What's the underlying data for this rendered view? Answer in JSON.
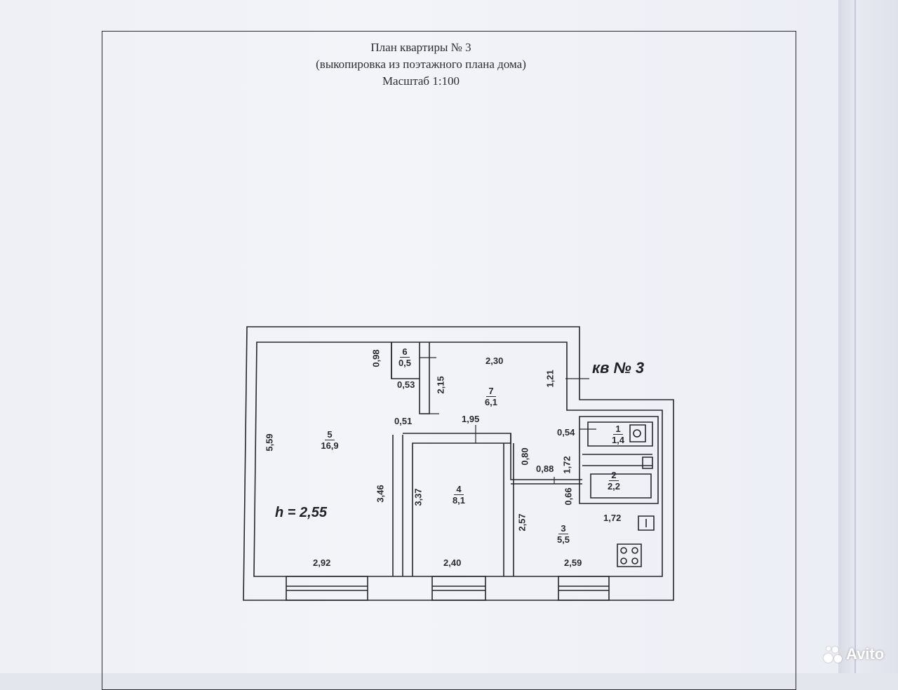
{
  "title": {
    "line1": "План квартиры № 3",
    "line2": "(выкопировка из поэтажного плана дома)",
    "line3": "Масштаб 1:100"
  },
  "apartment_label": "кв № 3",
  "ceiling_height": "h = 2,55",
  "rooms": [
    {
      "number": "1",
      "area": "1,4"
    },
    {
      "number": "2",
      "area": "2,2"
    },
    {
      "number": "3",
      "area": "5,5"
    },
    {
      "number": "4",
      "area": "8,1"
    },
    {
      "number": "5",
      "area": "16,9"
    },
    {
      "number": "6",
      "area": "0,5"
    },
    {
      "number": "7",
      "area": "6,1"
    }
  ],
  "dimensions": {
    "d_098": "0,98",
    "d_053": "0,53",
    "d_215": "2,15",
    "d_230": "2,30",
    "d_121": "1,21",
    "d_051": "0,51",
    "d_195": "1,95",
    "d_559": "5,59",
    "d_054": "0,54",
    "d_080": "0,80",
    "d_088": "0,88",
    "d_172a": "1,72",
    "d_346": "3,46",
    "d_337": "3,37",
    "d_066": "0,66",
    "d_257": "2,57",
    "d_172b": "1,72",
    "d_292": "2,92",
    "d_240": "2,40",
    "d_259": "2,59"
  },
  "watermark": "Avito"
}
